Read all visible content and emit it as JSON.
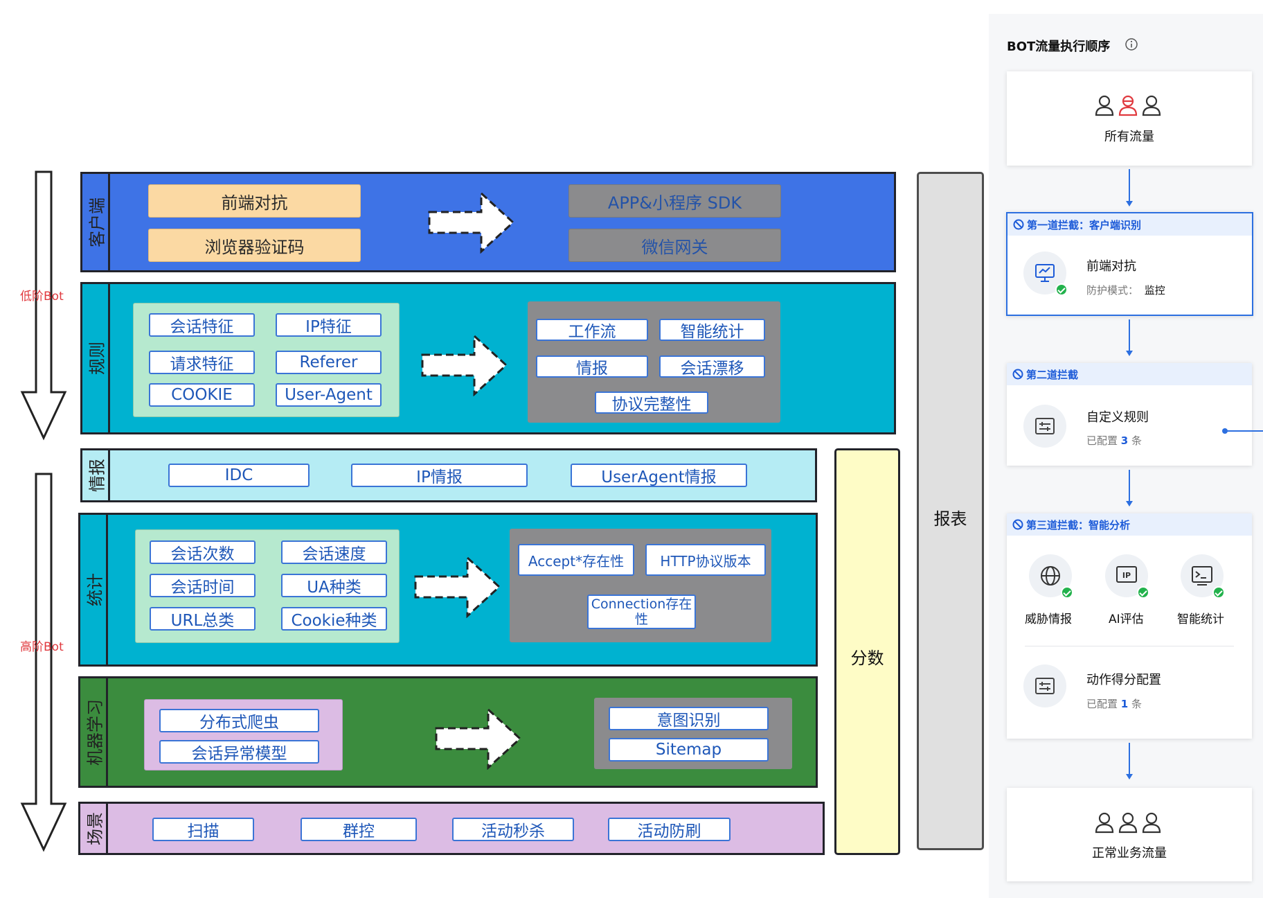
{
  "left_labels": {
    "low": "低阶Bot",
    "high": "高阶Bot"
  },
  "rows": {
    "client": {
      "label": "客户端",
      "left_items": [
        "前端对抗",
        "浏览器验证码"
      ],
      "right_items": [
        "APP&小程序 SDK",
        "微信网关"
      ]
    },
    "rules": {
      "label": "规则",
      "left_items": [
        "会话特征",
        "IP特征",
        "请求特征",
        "Referer",
        "COOKIE",
        "User-Agent"
      ],
      "right_items": [
        "工作流",
        "智能统计",
        "情报",
        "会话漂移",
        "协议完整性"
      ]
    },
    "intel": {
      "label": "情报",
      "items": [
        "IDC",
        "IP情报",
        "UserAgent情报"
      ]
    },
    "stats": {
      "label": "统计",
      "left_items": [
        "会话次数",
        "会话速度",
        "会话时间",
        "UA种类",
        "URL总类",
        "Cookie种类"
      ],
      "right_items": [
        "Accept*存在性",
        "HTTP协议版本",
        "Connection存在性"
      ]
    },
    "ml": {
      "label": "机器学习",
      "left_items": [
        "分布式爬虫",
        "会话异常模型"
      ],
      "right_items": [
        "意图识别",
        "Sitemap"
      ]
    },
    "scene": {
      "label": "场景",
      "items": [
        "扫描",
        "群控",
        "活动秒杀",
        "活动防刷"
      ]
    }
  },
  "score_label": "分数",
  "report_label": "报表",
  "flow": {
    "title": "BOT流量执行顺序",
    "all_traffic": "所有流量",
    "stage1": {
      "header": "第一道拦截：客户端识别",
      "item_title": "前端对抗",
      "mode_label": "防护模式：",
      "mode_value": "监控"
    },
    "stage2": {
      "header": "第二道拦截",
      "item_title": "自定义规则",
      "configured_prefix": "已配置",
      "configured_count": "3",
      "configured_suffix": "条"
    },
    "stage3": {
      "header": "第三道拦截：智能分析",
      "items": [
        "威胁情报",
        "AI评估",
        "智能统计"
      ],
      "action_title": "动作得分配置",
      "configured_prefix": "已配置",
      "configured_count": "1",
      "configured_suffix": "条"
    },
    "normal_traffic": "正常业务流量",
    "icon_ip_text": "IP"
  },
  "colors": {
    "client": "#3e73e6",
    "rules": "#00b2d0",
    "intel": "#b5ecf4",
    "stats": "#00b2d0",
    "ml": "#3b8c3e",
    "scene": "#dcbce4",
    "score": "#fefcc6",
    "report": "#e0e0e0",
    "accent": "#1d5bd8",
    "alert_red": "#e0393e"
  }
}
